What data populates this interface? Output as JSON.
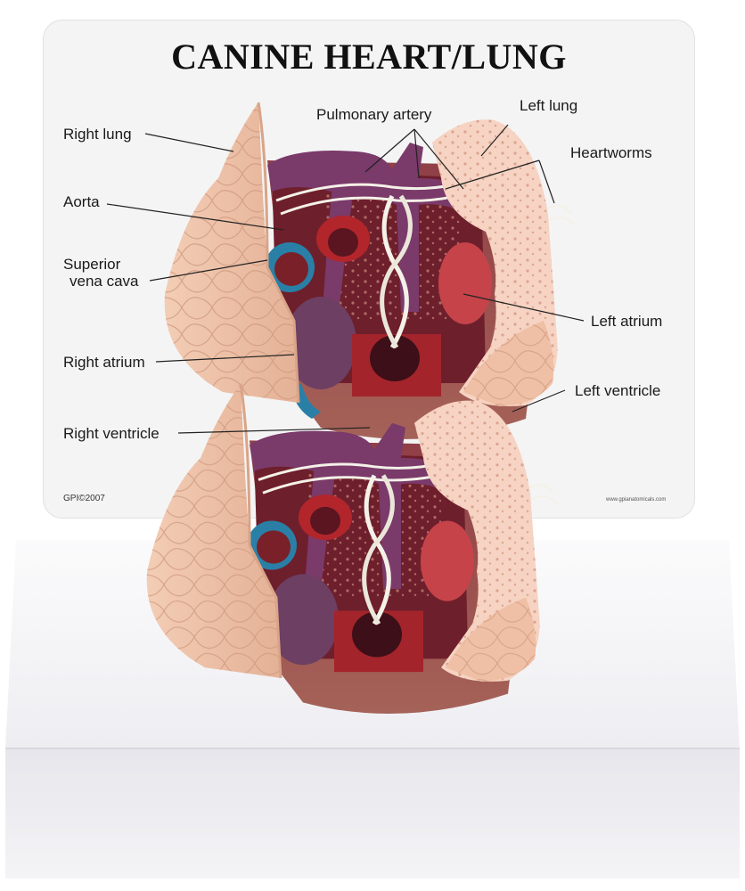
{
  "title": "CANINE HEART/LUNG",
  "labels": {
    "right_lung": "Right lung",
    "pulmonary_artery": "Pulmonary artery",
    "left_lung": "Left lung",
    "heartworms": "Heartworms",
    "aorta": "Aorta",
    "superior_vena_cava_1": "Superior",
    "superior_vena_cava_2": "vena cava",
    "left_atrium": "Left atrium",
    "right_atrium": "Right atrium",
    "left_ventricle": "Left ventricle",
    "right_ventricle": "Right ventricle"
  },
  "copyright": "GPI©2007",
  "website": "www.gpianatomicals.com",
  "colors": {
    "lung": "#f0c7ad",
    "lung_shadow": "#d9a488",
    "lung_cut": "#f6d3c2",
    "heart_wall": "#8e4a49",
    "vessel_purple": "#7a3a6a",
    "vessel_red": "#b2262b",
    "vena_blue": "#2a7fa6",
    "worm": "#f4f1e8",
    "base": "#f7f7f8"
  }
}
